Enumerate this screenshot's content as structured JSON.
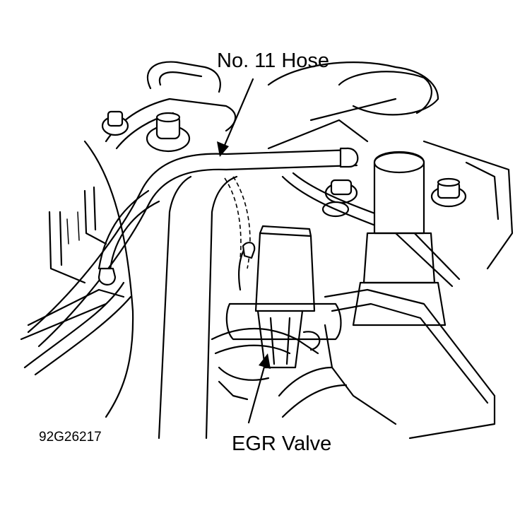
{
  "figure": {
    "callouts": {
      "hose": "No. 11 Hose",
      "egr": "EGR Valve"
    },
    "figure_id": "92G26217",
    "colors": {
      "line": "#000000",
      "background": "#ffffff"
    }
  }
}
